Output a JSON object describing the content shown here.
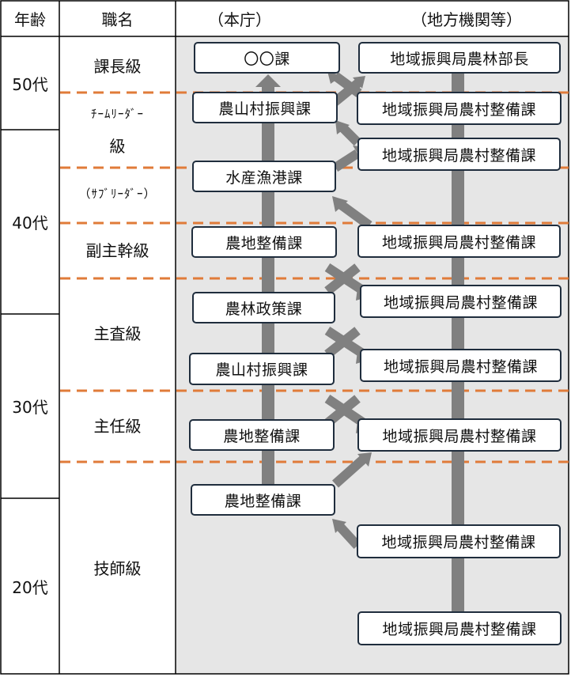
{
  "header": {
    "age": "年齢",
    "title": "職名",
    "hq": "（本庁）",
    "regional": "（地方機関等）"
  },
  "ages": [
    "50代",
    "40代",
    "30代",
    "20代"
  ],
  "titles": {
    "kachou": "課長級",
    "team_leader_1": "ﾁｰﾑﾘｰﾀﾞｰ",
    "team_leader_2": "級",
    "sub_leader": "（ｻﾌﾞﾘｰﾀﾞｰ）",
    "fukushukan": "副主幹級",
    "shusa": "主査級",
    "shunin": "主任級",
    "gishi": "技師級"
  },
  "hq_posts": [
    "〇〇課",
    "農山村振興課",
    "水産漁港課",
    "農地整備課",
    "農林政策課",
    "農山村振興課",
    "農地整備課",
    "農地整備課"
  ],
  "regional_posts": [
    "地域振興局農林部長",
    "地域振興局農村整備課",
    "地域振興局農村整備課",
    "地域振興局農村整備課",
    "地域振興局農村整備課",
    "地域振興局農村整備課",
    "地域振興局農村整備課",
    "地域振興局農村整備課",
    "地域振興局農村整備課"
  ],
  "colors": {
    "grid": "#000000",
    "panel": "#e6e6e6",
    "arrow": "#808080",
    "dashed": "#e07b39",
    "box_border": "#1f2d3d"
  }
}
